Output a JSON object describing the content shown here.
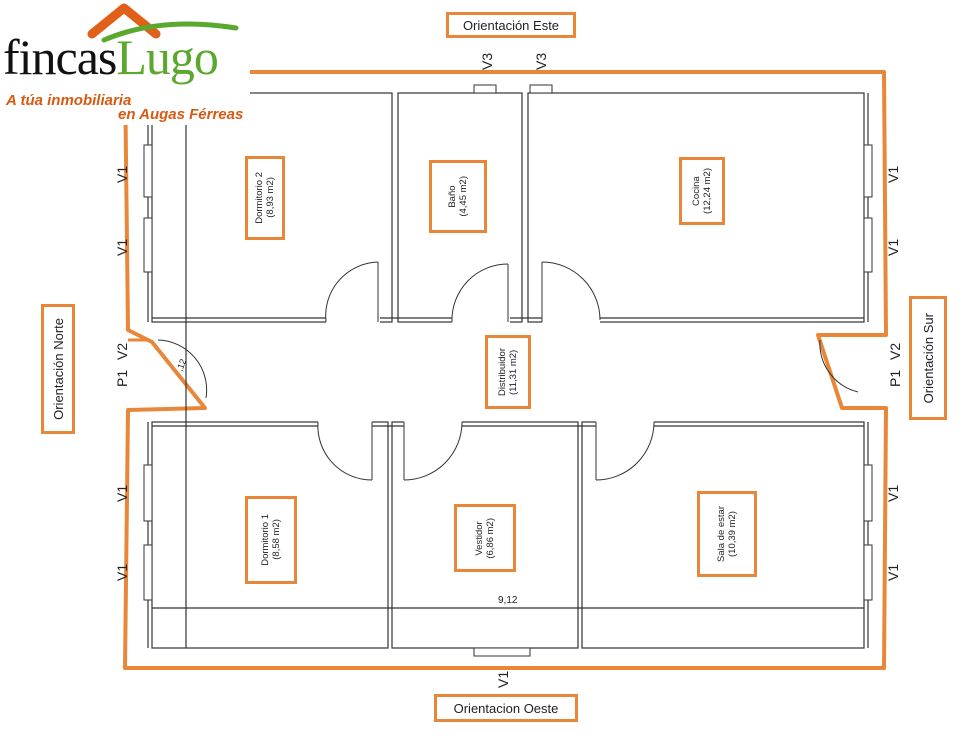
{
  "logo": {
    "brand_part1": "fincas",
    "brand_part2": "Lugo",
    "slogan_line1": "A túa inmobiliaria",
    "slogan_line2": "en Augas Férreas",
    "house_icon": "house-roof-icon",
    "colors": {
      "roof": "#e0601a",
      "green": "#5aa82e",
      "slogan": "#d85a12"
    }
  },
  "orientations": {
    "east": "Orientación Este",
    "west": "Orientacion Oeste",
    "north": "Orientación Norte",
    "south": "Orientación Sur"
  },
  "rooms": [
    {
      "id": "dormitorio-2",
      "name": "Dormitorio 2",
      "area": "(8,93 m2)"
    },
    {
      "id": "bano",
      "name": "Baño",
      "area": "(4,45 m2)"
    },
    {
      "id": "cocina",
      "name": "Cocina",
      "area": "(12,24 m2)"
    },
    {
      "id": "distribuidor",
      "name": "Distribuidor",
      "area": "(11,31 m2)"
    },
    {
      "id": "dormitorio-1",
      "name": "Dormitorio 1",
      "area": "(8,58 m2)"
    },
    {
      "id": "vestidor",
      "name": "Vestidor",
      "area": "(6,86 m2)"
    },
    {
      "id": "sala-de-estar",
      "name": "Sala de estar",
      "area": "(10,39 m2)"
    }
  ],
  "openings": {
    "v1": "V1",
    "v2": "V2",
    "v3": "V3",
    "p1": "P1"
  },
  "dimensions": {
    "total_width": "9,12",
    "door_width": ",12"
  },
  "colors": {
    "outline": "#e8873a",
    "walls": "#333333"
  }
}
